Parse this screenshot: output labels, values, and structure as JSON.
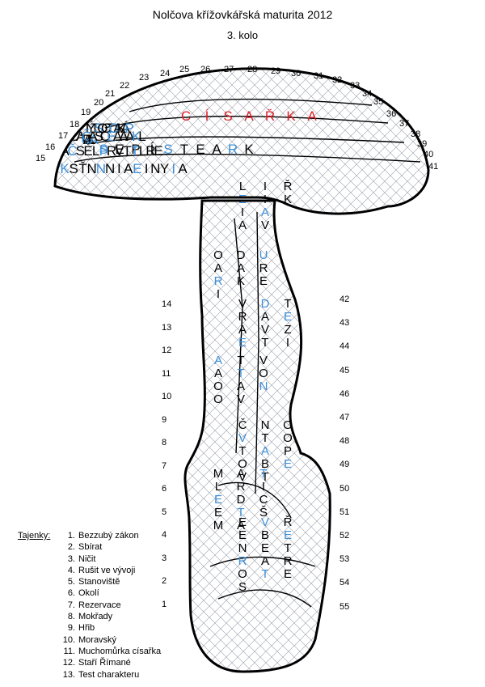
{
  "header": {
    "title": "Nolčova křížovkářská maturita 2012",
    "round": "3. kolo"
  },
  "colors": {
    "highlight_red": "#e0202a",
    "highlight_blue": "#3d8fd8",
    "outline": "#000000",
    "grid": "#9aa0aa"
  },
  "cap_numbers": [
    "15",
    "16",
    "17",
    "18",
    "19",
    "20",
    "21",
    "22",
    "23",
    "24",
    "25",
    "26",
    "27",
    "28",
    "29",
    "30",
    "31",
    "32",
    "33",
    "34",
    "35",
    "36",
    "37",
    "38",
    "39",
    "40",
    "41"
  ],
  "left_numbers": [
    "14",
    "13",
    "12",
    "11",
    "10",
    "9",
    "8",
    "7",
    "6",
    "5",
    "4",
    "3",
    "2",
    "1"
  ],
  "right_numbers": [
    "42",
    "43",
    "44",
    "45",
    "46",
    "47",
    "48",
    "49",
    "50",
    "51",
    "52",
    "53",
    "54",
    "55"
  ],
  "featured_word": [
    "C",
    "Í",
    "S",
    "A",
    "Ř",
    "K",
    "A"
  ],
  "rows": [
    [
      "T",
      "U",
      "A",
      "A",
      "L",
      "A"
    ],
    [
      "S",
      "E",
      "P",
      "Í",
      "S",
      "T",
      "E",
      "A",
      "R",
      "K"
    ],
    [
      "I",
      "Ý",
      "T",
      "S",
      "O",
      "O",
      "T",
      "O",
      "A",
      "K",
      "Á",
      "P"
    ],
    [
      "Č",
      "Á",
      "Č",
      "A",
      "S",
      "O",
      "E",
      "A",
      "A",
      "A",
      "K",
      "L"
    ],
    [
      "Á",
      "Č",
      "S",
      "E",
      "L",
      "P",
      "R",
      "V",
      "T",
      "T",
      "L",
      "R",
      "E"
    ],
    [
      "K",
      "S",
      "Ť",
      "N",
      "N",
      "N",
      "I",
      "A",
      "E",
      "I",
      "N",
      "Y",
      "I",
      "A"
    ],
    [
      "L",
      "I",
      "Ř",
      "E",
      "I",
      "K",
      "I",
      "A",
      "I",
      "A",
      "V"
    ],
    [
      "O",
      "D",
      "U",
      "A",
      "A",
      "R",
      "R",
      "K",
      "E",
      "I"
    ],
    [
      "V",
      "D",
      "T",
      "R",
      "A",
      "E",
      "A",
      "V",
      "Z",
      "E",
      "T",
      "I"
    ],
    [
      "A",
      "T",
      "V",
      "A",
      "T",
      "O",
      "O",
      "A",
      "N",
      "O",
      "V"
    ],
    [
      "Č",
      "N",
      "O",
      "V",
      "T",
      "O",
      "T",
      "A",
      "P",
      "O",
      "B",
      "E",
      "V",
      "T"
    ],
    [
      "M",
      "A",
      "T",
      "L",
      "R",
      "I",
      "E",
      "D",
      "C",
      "E",
      "T",
      "Š",
      "M",
      "A"
    ],
    [
      "E",
      "V",
      "Ř",
      "E",
      "B",
      "E",
      "N",
      "E",
      "T",
      "R",
      "A",
      "R",
      "O",
      "T",
      "E",
      "S"
    ]
  ],
  "solutions": {
    "header": "Tajenky:",
    "items": [
      {
        "n": "1.",
        "t": "Bezzubý zákon"
      },
      {
        "n": "2.",
        "t": "Sbírat"
      },
      {
        "n": "3.",
        "t": "Ničit"
      },
      {
        "n": "4.",
        "t": "Rušit ve vývoji"
      },
      {
        "n": "5.",
        "t": "Stanoviště"
      },
      {
        "n": "6.",
        "t": "Okolí"
      },
      {
        "n": "7.",
        "t": "Rezervace"
      },
      {
        "n": "8.",
        "t": "Mokřady"
      },
      {
        "n": "9.",
        "t": "Hřib"
      },
      {
        "n": "10.",
        "t": "Moravský"
      },
      {
        "n": "11.",
        "t": "Muchomůrka císařka"
      },
      {
        "n": "12.",
        "t": "Staří Římané"
      },
      {
        "n": "13.",
        "t": "Test charakteru"
      }
    ]
  }
}
